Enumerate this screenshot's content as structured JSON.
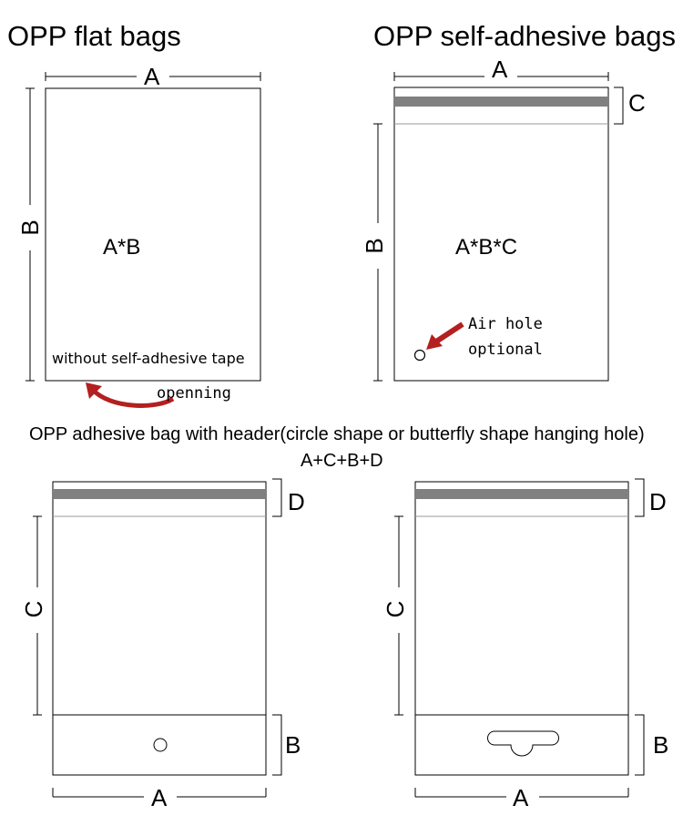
{
  "titles": {
    "flat": "OPP flat bags",
    "self_adhesive": "OPP self-adhesive bags",
    "header_bag": "OPP adhesive bag with header(circle shape or butterfly shape hanging hole)",
    "header_formula": "A+C+B+D"
  },
  "flat_bag": {
    "width_label": "A",
    "height_label": "B",
    "formula": "A*B",
    "note": "without self-adhesive tape",
    "opening": "openning"
  },
  "self_adhesive_bag": {
    "width_label": "A",
    "height_label": "B",
    "flap_label": "C",
    "formula": "A*B*C",
    "air_hole_line1": "Air hole",
    "air_hole_line2": "optional"
  },
  "header_bag_circle": {
    "flap_label": "D",
    "height_label": "C",
    "header_label": "B",
    "width_label": "A"
  },
  "header_bag_butterfly": {
    "flap_label": "D",
    "height_label": "C",
    "header_label": "B",
    "width_label": "A"
  },
  "colors": {
    "strip": "#808080",
    "arrow": "#b3201f"
  }
}
